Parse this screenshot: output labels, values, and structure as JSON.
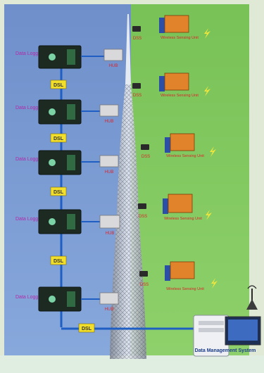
{
  "left_labels": [
    "Data Logger",
    "Data Logger",
    "Data Logger",
    "Data Logger",
    "Data Logger"
  ],
  "link_labels": [
    "DSL",
    "DSL",
    "DSL",
    "DSL",
    "DSL"
  ],
  "hub_labels": [
    "HUB",
    "HUB",
    "HUB",
    "HUB",
    "HUB"
  ],
  "camera_labels": [
    "DSS",
    "DSS",
    "DSS",
    "DSS",
    "DSS"
  ],
  "unit_labels": [
    "Wireless Sensing Unit",
    "Wireless Sensing Unit",
    "Wireless Sensing Unit",
    "Wireless Sensing Unit",
    "Wireless Sensing Unit"
  ],
  "server_label": "Data Management System",
  "colors": {
    "left_panel": "#6f8fcb",
    "right_panel": "#7cc65a",
    "line": "#1f5fc4",
    "tag": "#f2df2b",
    "label_magenta": "#b02aa8",
    "label_red": "#d9262b",
    "module_orange": "#e0832a",
    "lightning": "#f2e63a"
  }
}
